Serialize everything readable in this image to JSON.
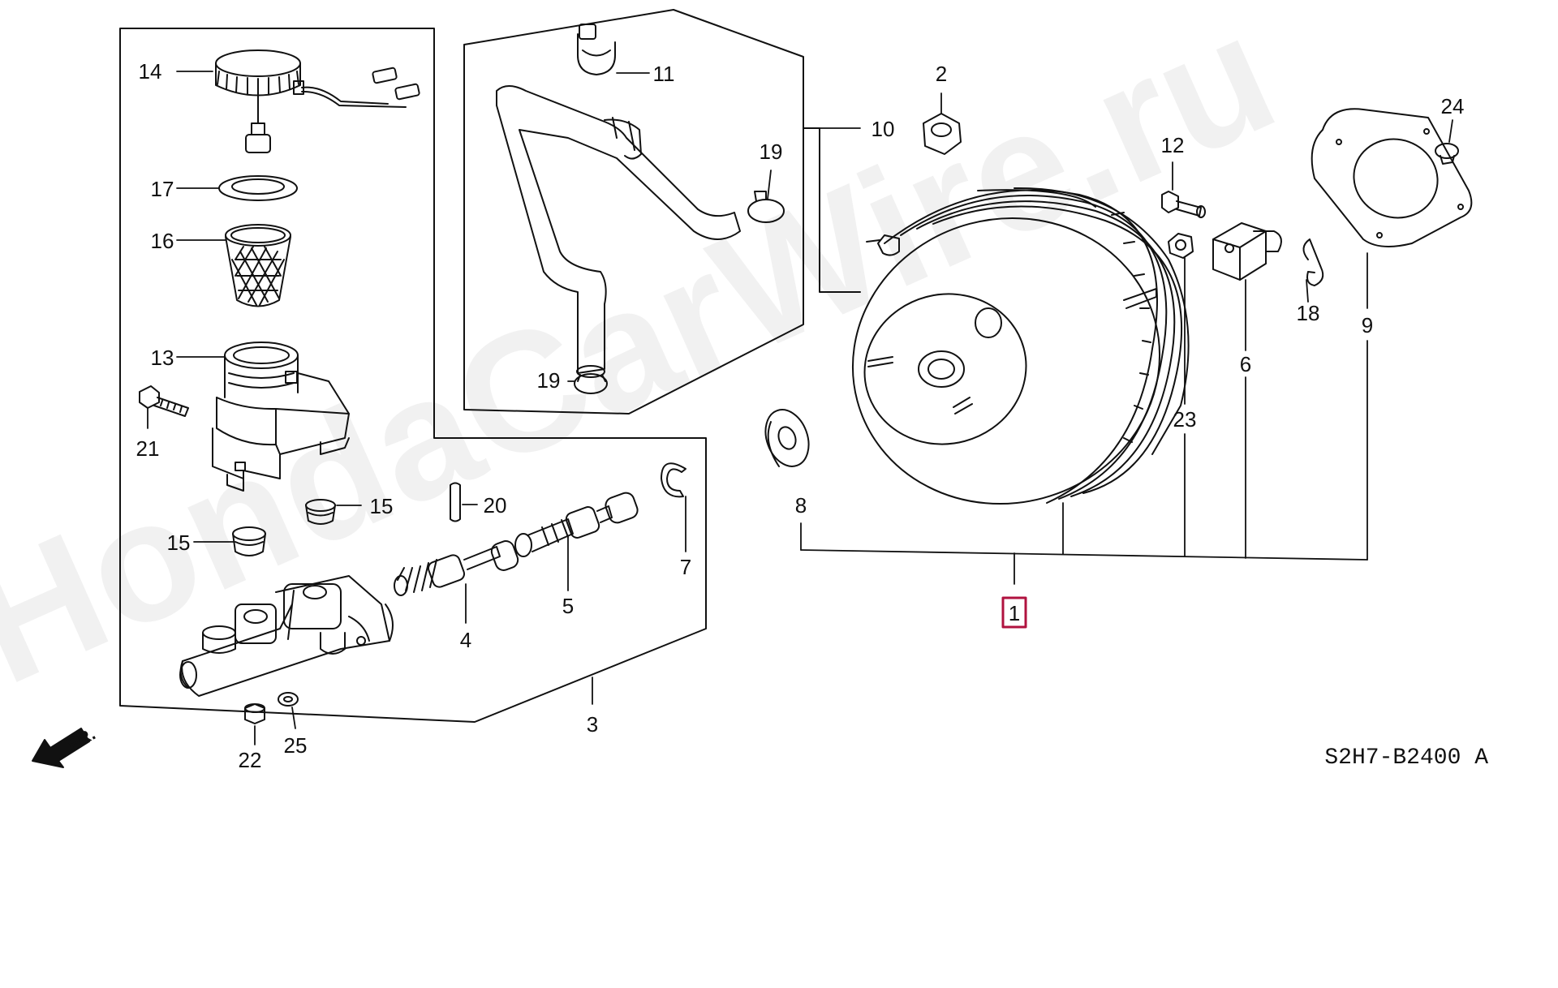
{
  "watermark": "HondaCarWire.ru",
  "diagram_code": "S2H7-B2400 A",
  "front_label": "FR.",
  "highlighted_part": "1",
  "accent_color": "#b0123f",
  "callouts": {
    "c1": "1",
    "c2": "2",
    "c3": "3",
    "c4": "4",
    "c5": "5",
    "c6": "6",
    "c7": "7",
    "c8": "8",
    "c9": "9",
    "c10": "10",
    "c11": "11",
    "c12": "12",
    "c13": "13",
    "c14": "14",
    "c15a": "15",
    "c15b": "15",
    "c16": "16",
    "c17": "17",
    "c18": "18",
    "c19a": "19",
    "c19b": "19",
    "c20": "20",
    "c21": "21",
    "c22": "22",
    "c23": "23",
    "c24": "24",
    "c25": "25"
  }
}
